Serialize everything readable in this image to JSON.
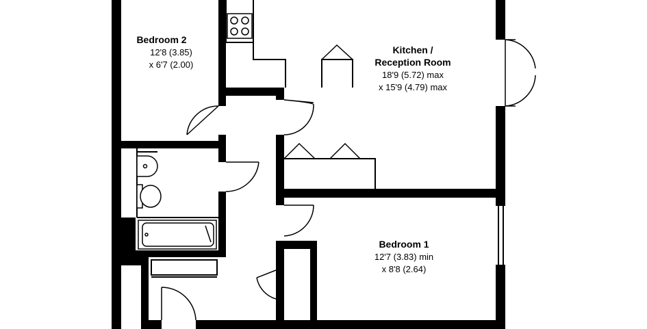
{
  "rooms": {
    "bedroom2": {
      "name": "Bedroom 2",
      "dim1": "12'8 (3.85)",
      "dim2": "x 6'7 (2.00)"
    },
    "kitchen": {
      "name1": "Kitchen /",
      "name2": "Reception Room",
      "dim1": "18'9 (5.72) max",
      "dim2": "x 15'9 (4.79) max"
    },
    "bedroom1": {
      "name": "Bedroom 1",
      "dim1": "12'7 (3.83) min",
      "dim2": "x 8'8 (2.64)"
    }
  },
  "colors": {
    "wall": "#000000",
    "line": "#000000",
    "fixture_fill": "#ffffff",
    "background": "#ffffff"
  }
}
